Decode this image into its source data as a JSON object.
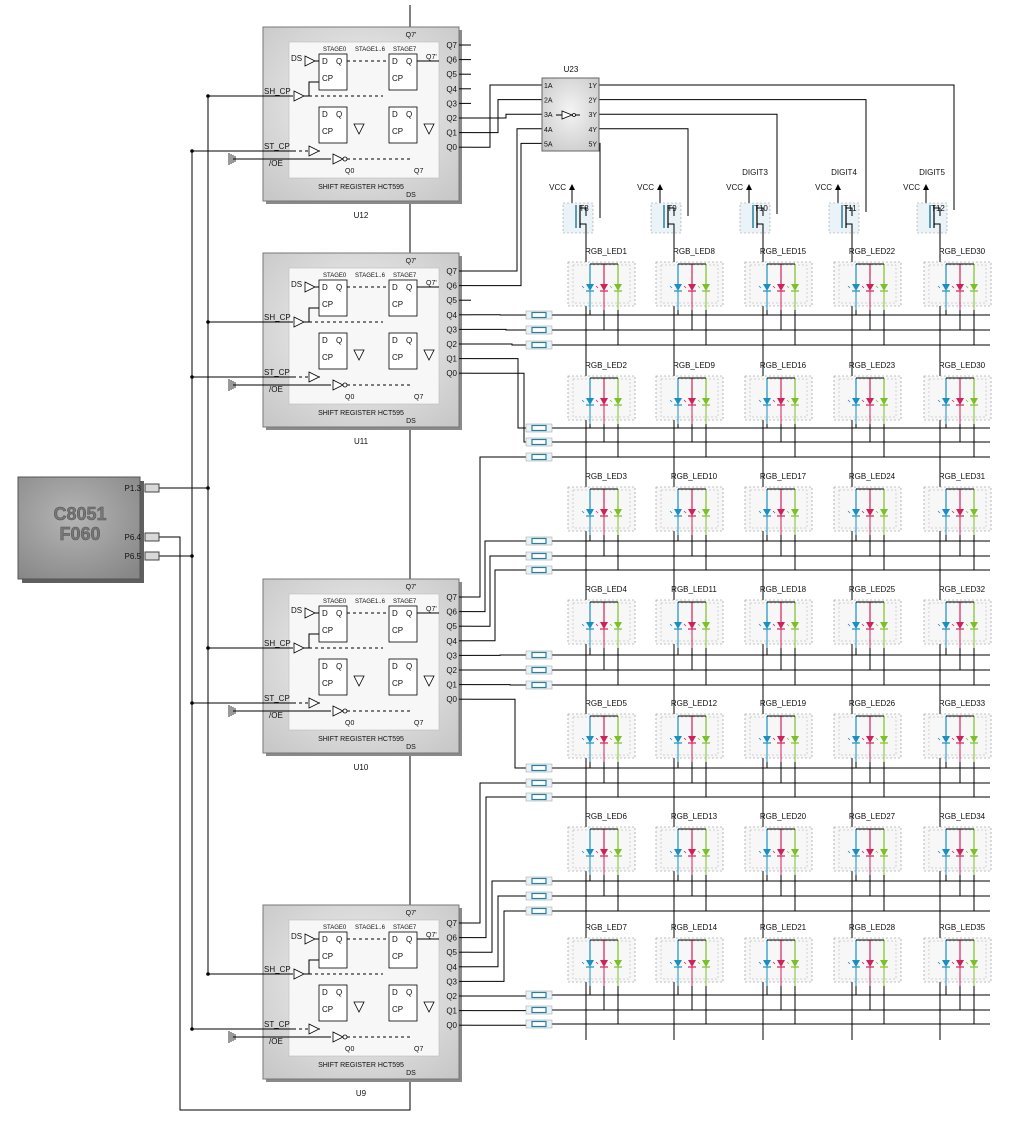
{
  "mcu": {
    "label_line1": "C8051",
    "label_line2": "F060",
    "pins": [
      "P1.3",
      "P6.4",
      "P6.5"
    ]
  },
  "shift_register": {
    "title": "SHIFT REGISTER HCT595",
    "stage0": "STAGE0",
    "stage1_6": "STAGE1..6",
    "stage7": "STAGE7",
    "outputs": [
      "Q7",
      "Q6",
      "Q5",
      "Q4",
      "Q3",
      "Q2",
      "Q1",
      "Q0"
    ],
    "q7_prime": "Q7'",
    "ds": "DS",
    "sh_cp": "SH_CP",
    "st_cp": "ST_CP",
    "oe": "/OE",
    "cp": "CP",
    "d": "D",
    "q": "Q",
    "q0": "Q0",
    "q7": "Q7"
  },
  "registers": [
    "U12",
    "U11",
    "U10",
    "U9"
  ],
  "buffer": {
    "name": "U23",
    "inputs": [
      "1A",
      "2A",
      "3A",
      "4A",
      "5A"
    ],
    "outputs": [
      "1Y",
      "2Y",
      "3Y",
      "4Y",
      "5Y"
    ]
  },
  "transistors": [
    {
      "name": "T8",
      "supply": "VCC",
      "digit": ""
    },
    {
      "name": "T9",
      "supply": "VCC",
      "digit": ""
    },
    {
      "name": "T10",
      "supply": "VCC",
      "digit": "DIGIT3"
    },
    {
      "name": "T11",
      "supply": "VCC",
      "digit": "DIGIT4"
    },
    {
      "name": "T12",
      "supply": "VCC",
      "digit": "DIGIT5"
    }
  ],
  "led_rows": [
    [
      "RGB_LED1",
      "RGB_LED8",
      "RGB_LED15",
      "RGB_LED22",
      "RGB_LED30"
    ],
    [
      "RGB_LED2",
      "RGB_LED9",
      "RGB_LED16",
      "RGB_LED23",
      "RGB_LED30"
    ],
    [
      "RGB_LED3",
      "RGB_LED10",
      "RGB_LED17",
      "RGB_LED24",
      "RGB_LED31"
    ],
    [
      "RGB_LED4",
      "RGB_LED11",
      "RGB_LED18",
      "RGB_LED25",
      "RGB_LED32"
    ],
    [
      "RGB_LED5",
      "RGB_LED12",
      "RGB_LED19",
      "RGB_LED26",
      "RGB_LED33"
    ],
    [
      "RGB_LED6",
      "RGB_LED13",
      "RGB_LED20",
      "RGB_LED27",
      "RGB_LED34"
    ],
    [
      "RGB_LED7",
      "RGB_LED14",
      "RGB_LED21",
      "RGB_LED28",
      "RGB_LED35"
    ]
  ],
  "colors": {
    "blue_led": "#1a8fc4",
    "red_led": "#d0215a",
    "green_led": "#7cc028",
    "resistor": "#2a7f9c",
    "chip_face": "#dcdcdc",
    "chip_shadow": "#8a8a8a",
    "mcu_face": "#9a9a9a"
  }
}
